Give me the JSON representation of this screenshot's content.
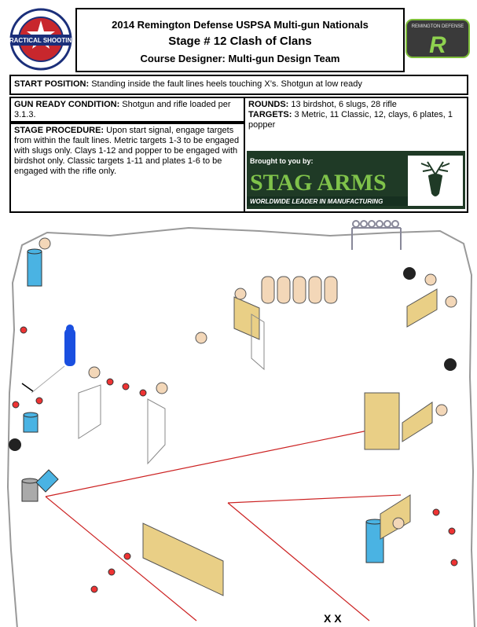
{
  "header": {
    "line1": "2014 Remington Defense USPSA Multi-gun Nationals",
    "line2": "Stage # 12 Clash of Clans",
    "line3": "Course Designer: Multi-gun Design Team"
  },
  "logos": {
    "left_text": "PRACTICAL SHOOTING",
    "right_brand": "REMINGTON DEFENSE",
    "right_mark": "R"
  },
  "start_position": {
    "label": "START POSITION:",
    "text": " Standing inside the fault lines heels touching X’s. Shotgun at low ready"
  },
  "gun_ready": {
    "label": "GUN READY CONDITION:",
    "text": " Shotgun and rifle loaded per 3.1.3."
  },
  "stage_procedure": {
    "label": "STAGE PROCEDURE:",
    "text": " Upon start signal, engage targets from within the fault lines. Metric targets 1-3 to be engaged with slugs only. Clays 1-12 and popper  to be engaged with birdshot only. Classic targets 1-11 and plates 1-6 to be engaged with the rifle only."
  },
  "rounds": {
    "label": "ROUNDS:",
    "text": " 13 birdshot, 6 slugs, 28 rifle"
  },
  "targets": {
    "label": "TARGETS:",
    "text": " 3 Metric, 11 Classic, 12, clays, 6 plates, 1 popper"
  },
  "sponsor": {
    "brought": "Brought to you by:",
    "name": "STAG ARMS",
    "tagline": "WORLDWIDE LEADER IN MANUFACTURING"
  },
  "colors": {
    "fault_line": "#cc2222",
    "panel_fill": "#e9cf86",
    "barrel_fill": "#4ab3e3",
    "target_fill": "#f3d7b8",
    "no_shoot_blue": "#1a4fe0",
    "stag_bg": "#1f3a26",
    "stag_text": "#7fc24a"
  },
  "stage_markers": {
    "start_marks": "X X"
  }
}
